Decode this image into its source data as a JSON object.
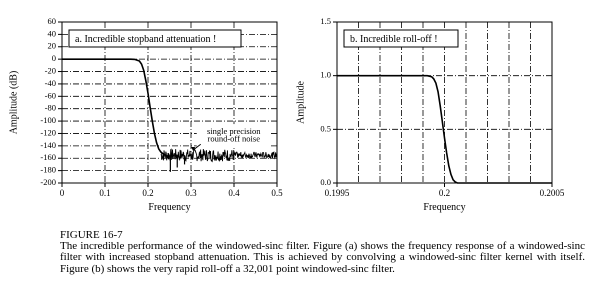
{
  "figure": {
    "label": "FIGURE 16-7",
    "caption": "The incredible performance of the windowed-sinc filter.  Figure (a) shows the frequency response of a windowed-sinc filter with increased stopband attenuation.  This is achieved by convolving a windowed-sinc filter kernel with itself.  Figure (b) shows the very rapid roll-off a 32,001 point windowed-sinc filter."
  },
  "colors": {
    "line": "#000000",
    "panel_fill": "#ffffff",
    "background": "#ffffff"
  },
  "chart_data": [
    {
      "type": "line",
      "title": "a.  Incredible stopband attenuation !",
      "xlabel": "Frequency",
      "ylabel": "Amplitude (dB)",
      "xlim": [
        0,
        0.5
      ],
      "ylim": [
        -200,
        60
      ],
      "xticks": [
        0,
        0.1,
        0.2,
        0.3,
        0.4,
        0.5
      ],
      "xtick_labels": [
        "0",
        "0.1",
        "0.2",
        "0.3",
        "0.4",
        "0.5"
      ],
      "yticks": [
        60,
        40,
        20,
        0,
        -20,
        -40,
        -60,
        -80,
        -100,
        -120,
        -140,
        -160,
        -180,
        -200
      ],
      "ytick_labels": [
        "60",
        "40",
        "20",
        "0",
        "-20",
        "-40",
        "-60",
        "-80",
        "-100",
        "-120",
        "-140",
        "-160",
        "-180",
        "-200"
      ],
      "grid": "dash-dot",
      "annotation": {
        "text": [
          "single precision",
          "round-off noise"
        ],
        "arrow_to": [
          0.305,
          -150
        ]
      },
      "series": [
        {
          "x": [
            0,
            0.15,
            0.16,
            0.17,
            0.18,
            0.185,
            0.19,
            0.195,
            0.2,
            0.205,
            0.21,
            0.215,
            0.22,
            0.225,
            0.23,
            0.235,
            0.24
          ],
          "y": [
            0,
            0,
            0,
            -0.5,
            -3,
            -8,
            -18,
            -35,
            -55,
            -78,
            -100,
            -120,
            -135,
            -145,
            -150,
            -153,
            -155
          ]
        }
      ],
      "noise": {
        "x_range": [
          0.23,
          0.5
        ],
        "level_db": -155,
        "band_db": [
          -165,
          -145
        ],
        "deep_spikes_db": [
          -182,
          -175,
          -170
        ]
      }
    },
    {
      "type": "line",
      "title": "b.  Incredible roll-off !",
      "xlabel": "Frequency",
      "ylabel": "Amplitude",
      "xlim": [
        0.1995,
        0.2005
      ],
      "ylim": [
        0,
        1.5
      ],
      "xticks": [
        0.1995,
        0.2,
        0.2005
      ],
      "xtick_labels": [
        "0.1995",
        "0.2",
        "0.2005"
      ],
      "yticks": [
        0,
        0.5,
        1.0,
        1.5
      ],
      "ytick_labels": [
        "0.0",
        "0.5",
        "1.0",
        "1.5"
      ],
      "grid": "dash-dot",
      "series": [
        {
          "x": [
            0.1995,
            0.19992,
            0.19994,
            0.19995,
            0.19996,
            0.19997,
            0.19998,
            0.19999,
            0.2,
            0.20001,
            0.20002,
            0.20003,
            0.20004,
            0.20005,
            0.20006,
            0.20008,
            0.2005
          ],
          "y": [
            1.0,
            1.0,
            0.99,
            0.97,
            0.93,
            0.85,
            0.72,
            0.57,
            0.42,
            0.28,
            0.16,
            0.08,
            0.03,
            0.01,
            0.0,
            0.0,
            0.0
          ]
        }
      ]
    }
  ]
}
